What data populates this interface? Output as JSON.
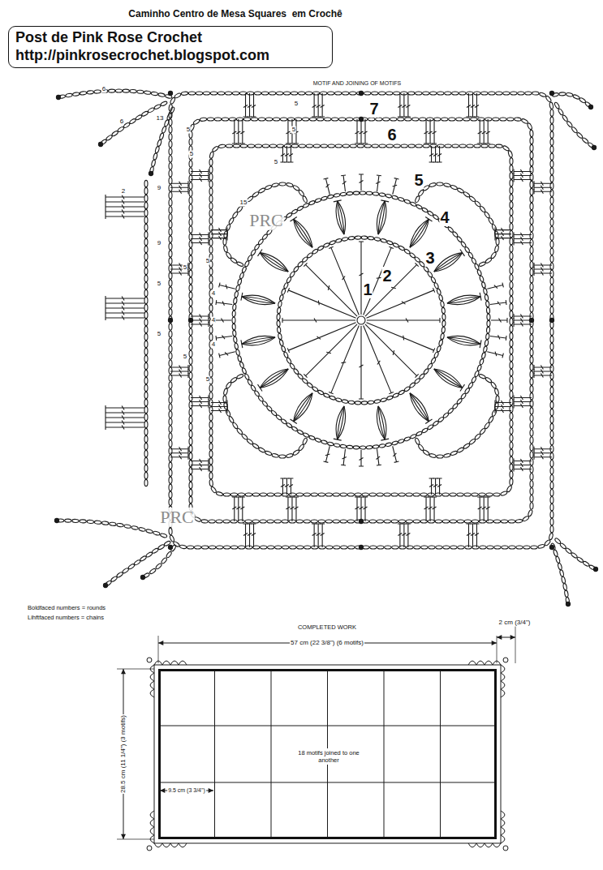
{
  "diagram": {
    "title": "Caminho Centro de Mesa Squares  em Crochê",
    "nodes": [
      {
        "text": [
          "Post de Pink Rose Crochet",
          "http://pinkrosecrochet.blogspot.com"
        ]
      },
      {
        "text": [
          "18 motifs joined to one another"
        ]
      }
    ],
    "labels": [
      "MOTIF AND JOINING OF MOTIFS",
      "7",
      "6",
      "5",
      "4",
      "3",
      "2",
      "1",
      "PRC",
      "PRC",
      "6",
      "13",
      "6",
      "9",
      "2",
      "9",
      "5",
      "5",
      "5",
      "5",
      "5",
      "15",
      "5",
      "5",
      "4",
      "4",
      "4",
      "5",
      "5",
      "5",
      "5",
      "Boldfaced numbers = rounds",
      "Lihftfaced numbers = chains",
      "COMPLETED WORK",
      "57 cm (22 3/8\") (6 motifs)",
      "2 cm (3/4\")",
      "28.5 cm (11 1/4\") (3 motifs)",
      "9.5 cm (3 3/4\")"
    ]
  }
}
